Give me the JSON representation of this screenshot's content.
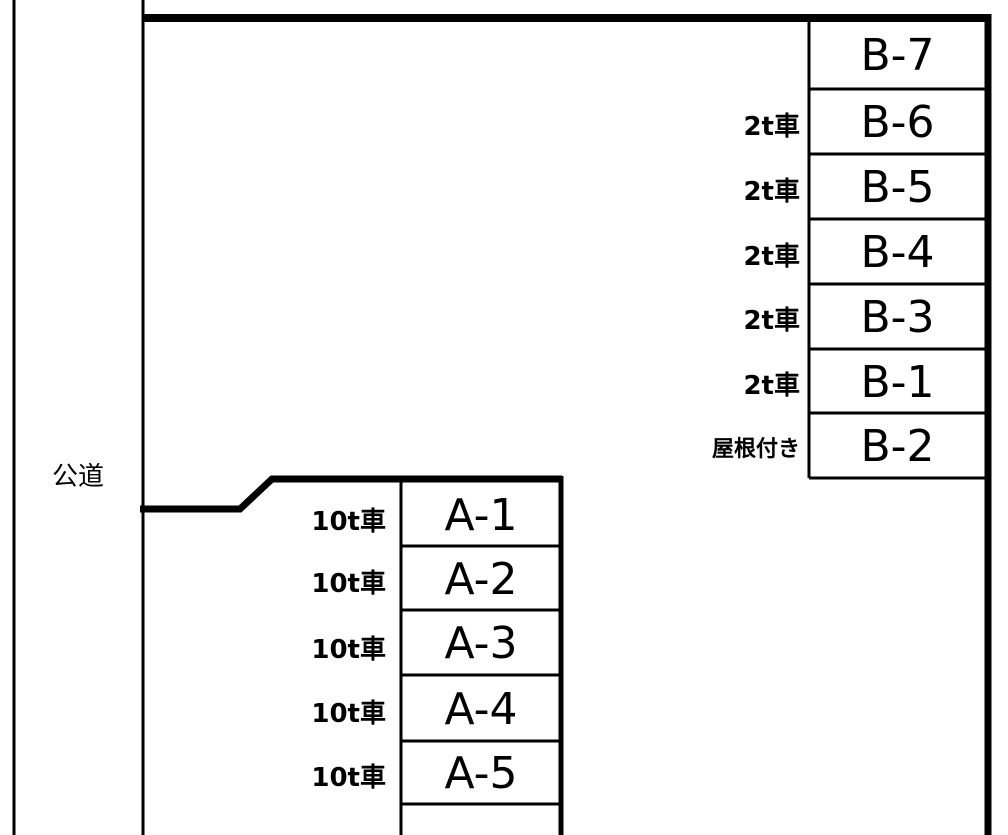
{
  "road": {
    "label": "公道"
  },
  "b_spaces": [
    {
      "id": "B-7",
      "tag": ""
    },
    {
      "id": "B-6",
      "tag": "2t車"
    },
    {
      "id": "B-5",
      "tag": "2t車"
    },
    {
      "id": "B-4",
      "tag": "2t車"
    },
    {
      "id": "B-3",
      "tag": "2t車"
    },
    {
      "id": "B-1",
      "tag": "2t車"
    },
    {
      "id": "B-2",
      "tag": "屋根付き"
    }
  ],
  "a_spaces": [
    {
      "id": "A-1",
      "tag": "10t車"
    },
    {
      "id": "A-2",
      "tag": "10t車"
    },
    {
      "id": "A-3",
      "tag": "10t車"
    },
    {
      "id": "A-4",
      "tag": "10t車"
    },
    {
      "id": "A-5",
      "tag": "10t車"
    },
    {
      "id": "",
      "tag": ""
    }
  ]
}
